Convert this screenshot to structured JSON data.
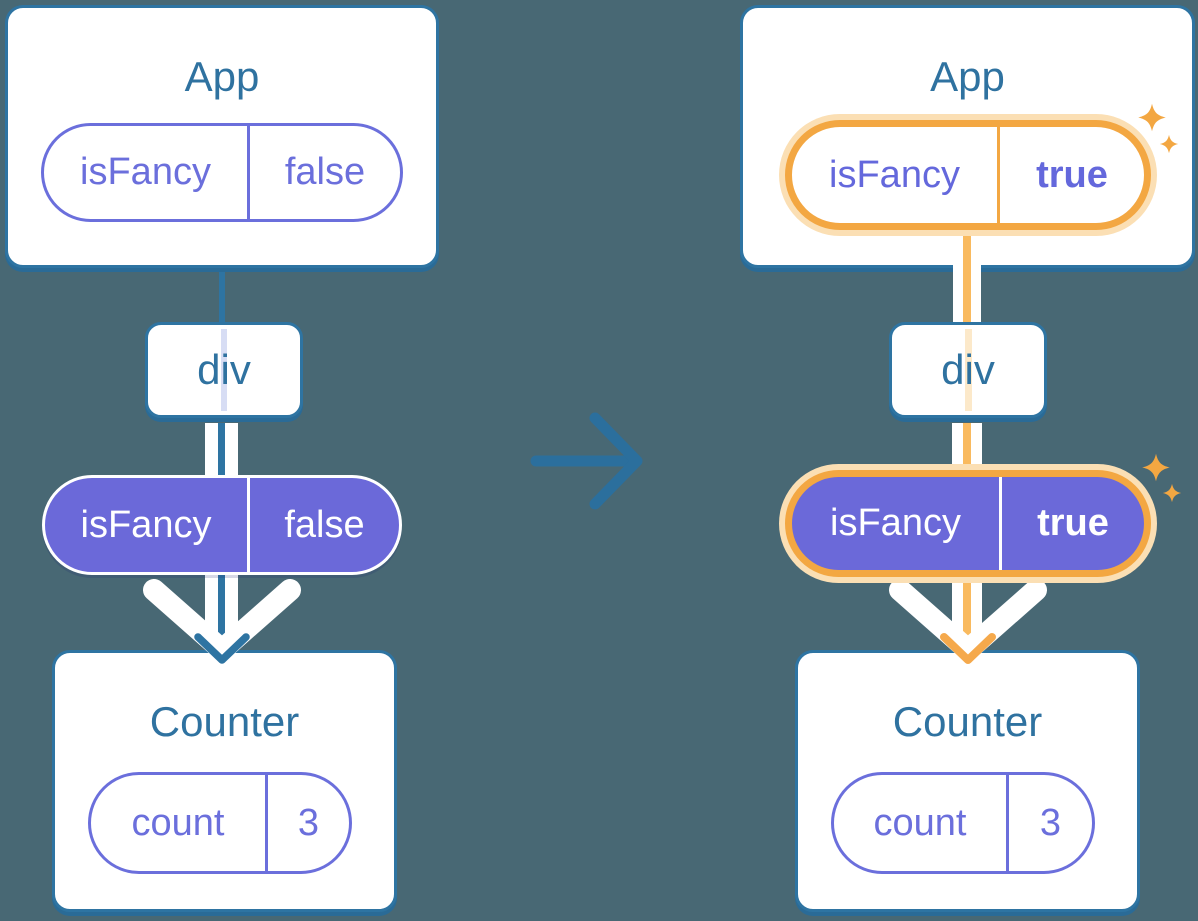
{
  "trees": {
    "left": {
      "app_title": "App",
      "app_prop": {
        "name": "isFancy",
        "value": "false"
      },
      "div_label": "div",
      "state_prop": {
        "name": "isFancy",
        "value": "false"
      },
      "counter_title": "Counter",
      "counter_prop": {
        "name": "count",
        "value": "3"
      }
    },
    "right": {
      "app_title": "App",
      "app_prop": {
        "name": "isFancy",
        "value": "true"
      },
      "div_label": "div",
      "state_prop": {
        "name": "isFancy",
        "value": "true"
      },
      "counter_title": "Counter",
      "counter_prop": {
        "name": "count",
        "value": "3"
      }
    }
  },
  "colors": {
    "background": "#486874",
    "card_border_blue": "#2E74A2",
    "title_text_blue": "#2F72A0",
    "purple_outline": "#6B6FDC",
    "purple_fill": "#6B69D9",
    "highlight_orange": "#F3A742",
    "highlight_orange_light": "#FBDFB4",
    "orange_line": "#F9BA5F",
    "white": "#FFFFFF"
  }
}
